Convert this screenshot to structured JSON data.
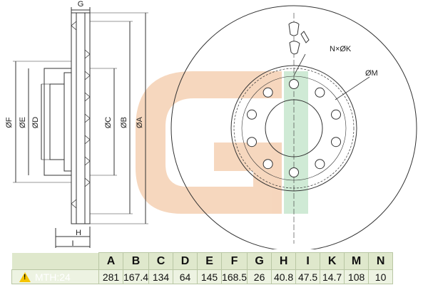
{
  "labels": {
    "G": "G",
    "F": "ØF",
    "E": "ØE",
    "D": "ØD",
    "C": "ØC",
    "B": "ØB",
    "A": "ØA",
    "H": "H",
    "I": "I",
    "NK": "N×ØK",
    "M": "ØM"
  },
  "table": {
    "mth": "MTH:24",
    "columns": [
      "A",
      "B",
      "C",
      "D",
      "E",
      "F",
      "G",
      "H",
      "I",
      "K",
      "M",
      "N"
    ],
    "values": [
      "281",
      "167.4",
      "134",
      "64",
      "145",
      "168.5",
      "26",
      "40.8",
      "47.5",
      "14.7",
      "108",
      "10"
    ]
  },
  "colors": {
    "watermark": "#f3c9a8",
    "watermark_accent": "#bfe3c7",
    "table_header": "#dfe8cc",
    "mth_badge": "#2a8a2a"
  }
}
